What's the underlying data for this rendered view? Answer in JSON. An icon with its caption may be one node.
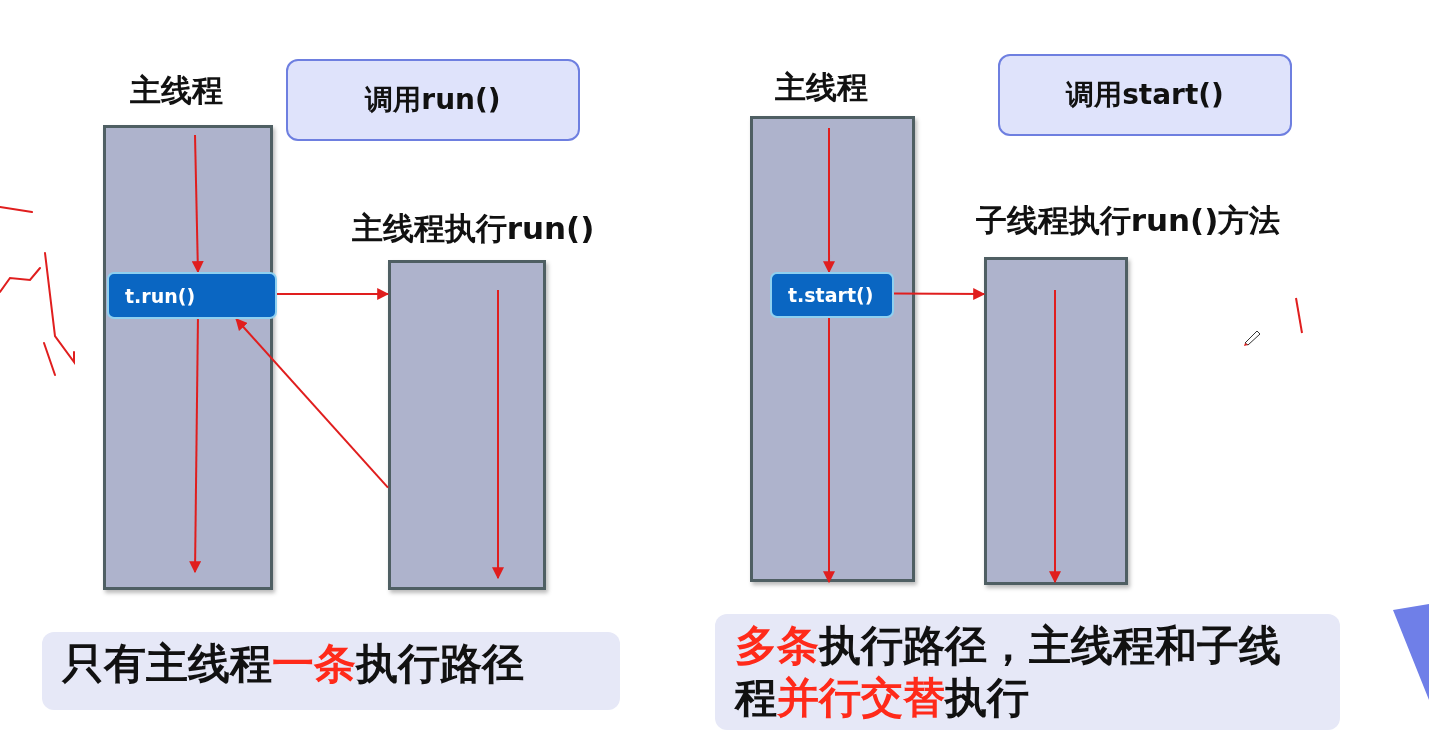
{
  "diagram": {
    "nodes": [
      {
        "text": [
          "主线程"
        ]
      },
      {
        "text": [
          "调用run()"
        ]
      },
      {
        "text": [
          "t.run()"
        ],
        "in": 0
      },
      {
        "text": [
          "主线程执行run()"
        ]
      },
      {
        "text": [
          "只有主线程**一条**执行路径"
        ]
      },
      {
        "text": [
          "主线程"
        ]
      },
      {
        "text": [
          "调用start()"
        ]
      },
      {
        "text": [
          "t.start()"
        ],
        "in": 5
      },
      {
        "text": [
          "子线程执行run()方法"
        ]
      },
      {
        "text": [
          "**多条**执行路径，主线程和子线程**并行交替**执行"
        ]
      }
    ],
    "edges": [
      {
        "from": null,
        "to": 2,
        "arrow": "to"
      },
      {
        "from": 2,
        "to": null,
        "arrow": "to"
      },
      {
        "from": 2,
        "to": 3,
        "arrow": "to"
      },
      {
        "from": 3,
        "to": 2,
        "arrow": "to"
      },
      {
        "from": null,
        "to": 7,
        "arrow": "to"
      },
      {
        "from": 7,
        "to": null,
        "arrow": "to"
      },
      {
        "from": 7,
        "to": 8,
        "arrow": "to"
      }
    ]
  }
}
